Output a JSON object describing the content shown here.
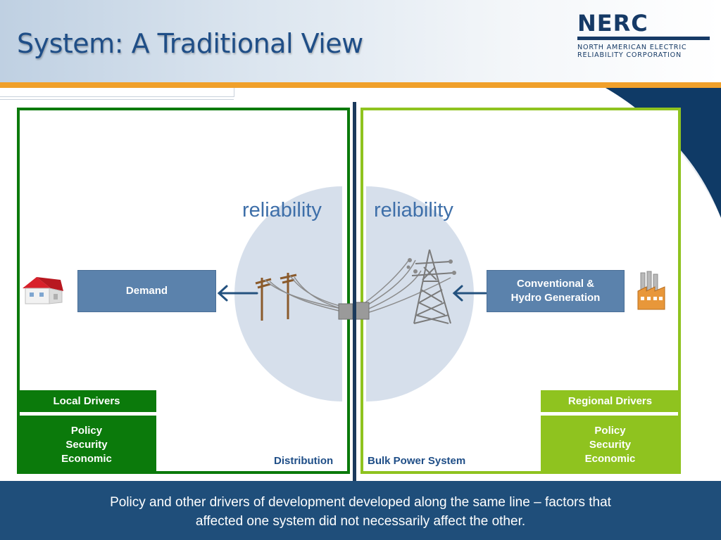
{
  "title": "System: A Traditional View",
  "logo": {
    "name": "NERC",
    "subtitle_line1": "NORTH AMERICAN ELECTRIC",
    "subtitle_line2": "RELIABILITY CORPORATION"
  },
  "diagram": {
    "reliability_left": "reliability",
    "reliability_right": "reliability",
    "demand_label": "Demand",
    "generation_line1": "Conventional &",
    "generation_line2": "Hydro Generation",
    "local_drivers": {
      "header": "Local Drivers",
      "items": [
        "Policy",
        "Security",
        "Economic"
      ]
    },
    "regional_drivers": {
      "header": "Regional Drivers",
      "items": [
        "Policy",
        "Security",
        "Economic"
      ]
    },
    "distribution_label": "Distribution",
    "bulk_label": "Bulk Power System"
  },
  "icons": {
    "house": "house-icon",
    "factory": "factory-icon",
    "utility_pole": "utility-pole-icon",
    "transmission_tower": "transmission-tower-icon",
    "arrow": "arrow-left-icon"
  },
  "colors": {
    "title": "#1f4e87",
    "distribution_green": "#0b7a0b",
    "bulk_green": "#8fc31f",
    "box_blue": "#5b82ac",
    "accent_orange": "#f0a02a",
    "footer_navy": "#1f4e7a"
  },
  "footer": {
    "line1": "Policy and other drivers of development developed along the same line – factors that",
    "line2": "affected one system did not necessarily affect the other."
  }
}
